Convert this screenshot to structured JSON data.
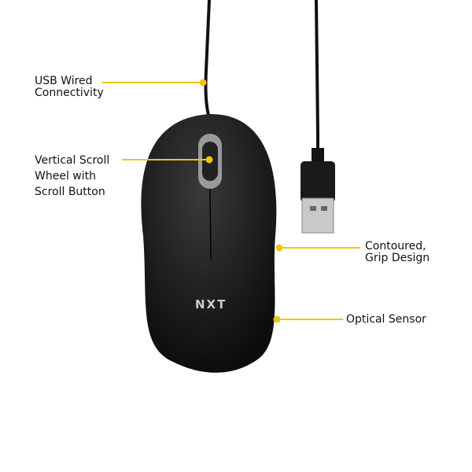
{
  "brand": "NXT",
  "accent": "#f2c413",
  "callouts": [
    {
      "line1": "USB Wired",
      "line2": "Connectivity"
    },
    {
      "line1": "Vertical Scroll",
      "line2": "Wheel with",
      "line3": "Scroll Button"
    },
    {
      "line1": "Contoured,",
      "line2": "Grip Design"
    },
    {
      "line1": "Optical Sensor"
    }
  ]
}
